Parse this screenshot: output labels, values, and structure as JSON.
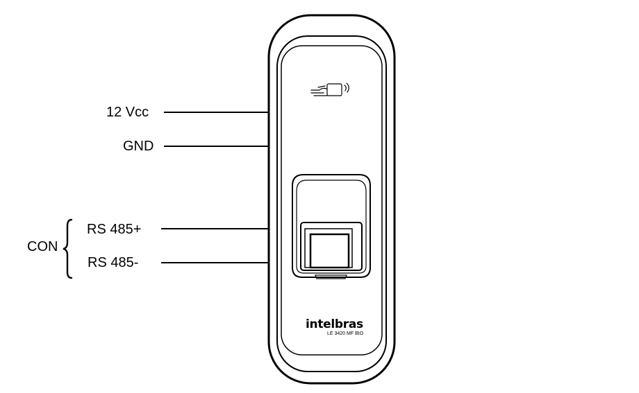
{
  "labels": {
    "vcc": "12 Vcc",
    "gnd": "GND",
    "rs485_plus": "RS 485+",
    "rs485_minus": "RS 485-",
    "con": "CON"
  },
  "device": {
    "brand": "intelbras",
    "model": "LE 3420 MF BIO"
  },
  "icons": [
    "card-reader-icon",
    "fingerprint-sensor"
  ],
  "colors": {
    "line": "#000000",
    "background": "#ffffff"
  }
}
